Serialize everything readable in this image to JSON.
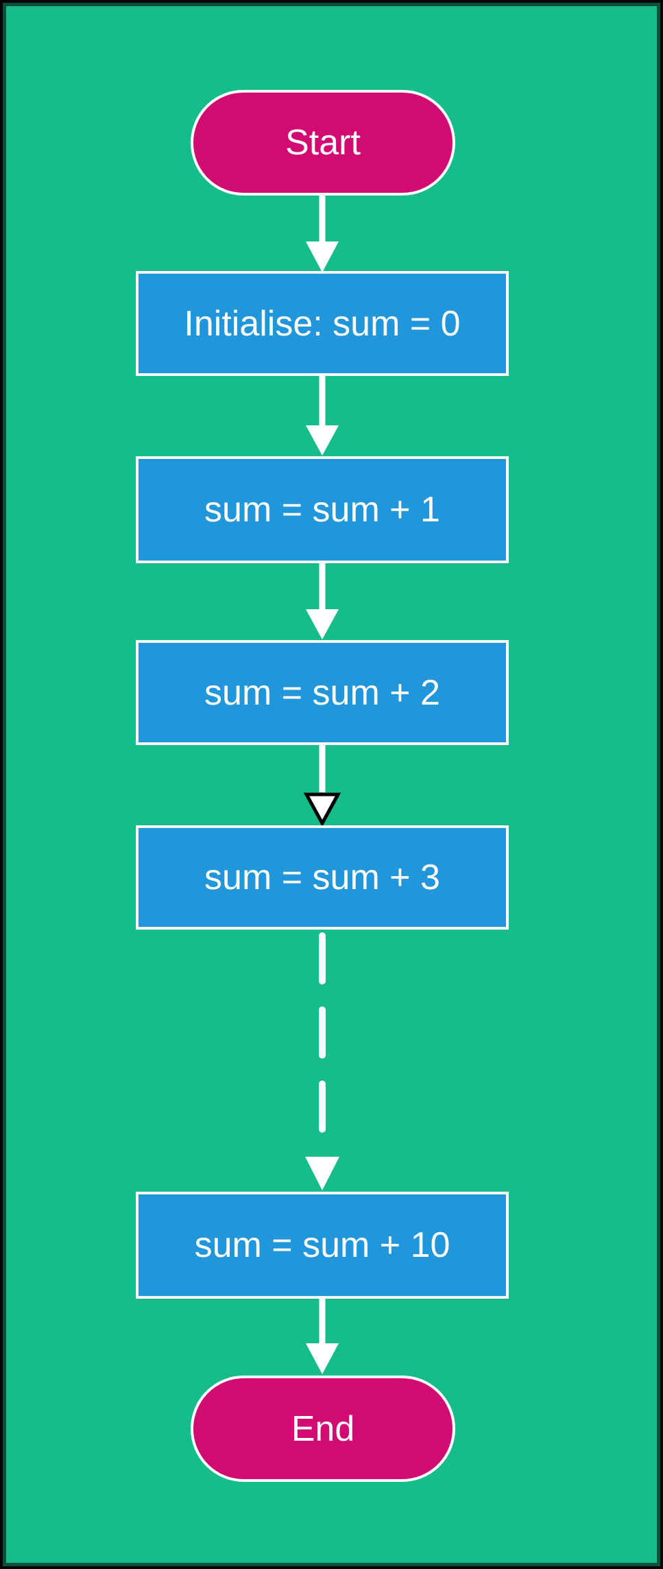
{
  "diagram": {
    "type": "flowchart",
    "direction": "top-down",
    "nodes": [
      {
        "id": "start",
        "shape": "terminator",
        "label": "Start"
      },
      {
        "id": "init",
        "shape": "process",
        "label": "Initialise: sum = 0"
      },
      {
        "id": "add1",
        "shape": "process",
        "label": "sum = sum + 1"
      },
      {
        "id": "add2",
        "shape": "process",
        "label": "sum = sum + 2"
      },
      {
        "id": "add3",
        "shape": "process",
        "label": "sum = sum + 3"
      },
      {
        "id": "add10",
        "shape": "process",
        "label": "sum = sum + 10"
      },
      {
        "id": "end",
        "shape": "terminator",
        "label": "End"
      }
    ],
    "edges": [
      {
        "from": "start",
        "to": "init",
        "line": "solid",
        "arrowhead": "filled"
      },
      {
        "from": "init",
        "to": "add1",
        "line": "solid",
        "arrowhead": "filled"
      },
      {
        "from": "add1",
        "to": "add2",
        "line": "solid",
        "arrowhead": "filled"
      },
      {
        "from": "add2",
        "to": "add3",
        "line": "solid",
        "arrowhead": "hollow"
      },
      {
        "from": "add3",
        "to": "add10",
        "line": "dashed",
        "arrowhead": "filled"
      },
      {
        "from": "add10",
        "to": "end",
        "line": "solid",
        "arrowhead": "filled"
      }
    ],
    "colors": {
      "background": "#17bc8b",
      "frame": "#060606",
      "frame_inner_line": "#0c5039",
      "process_fill": "#2196db",
      "terminator_fill": "#d10b72",
      "node_border": "#ffffff",
      "connector": "#ffffff",
      "hollow_arrowhead_outline": "#000000",
      "text": "#ffffff"
    }
  }
}
